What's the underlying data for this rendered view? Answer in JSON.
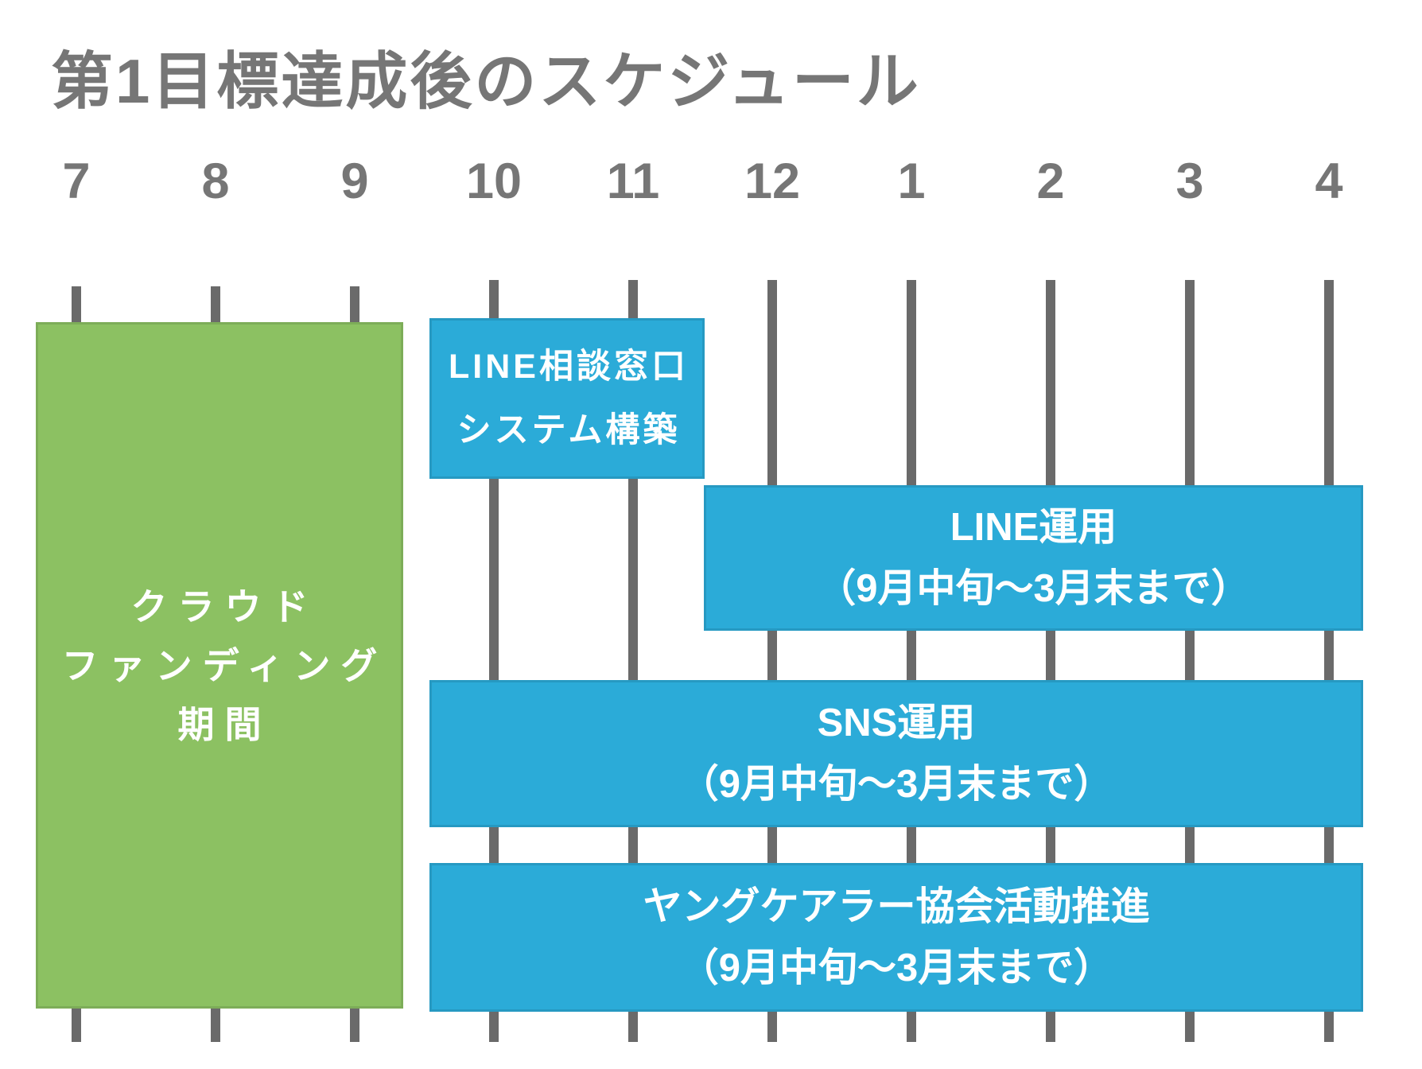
{
  "title": "第1目標達成後のスケジュール",
  "axis": {
    "months": [
      "7",
      "8",
      "9",
      "10",
      "11",
      "12",
      "1",
      "2",
      "3",
      "4"
    ]
  },
  "tasks": {
    "crowdfunding": {
      "line1": "クラウド",
      "line2": "ファンディング",
      "line3": "期間"
    },
    "line_system": {
      "line1": "LINE相談窓口",
      "line2": "システム構築"
    },
    "line_ops": {
      "line1": "LINE運用",
      "line2": "（9月中旬～3月末まで）"
    },
    "sns_ops": {
      "line1": "SNS運用",
      "line2": "（9月中旬～3月末まで）"
    },
    "assoc": {
      "line1": "ヤングケアラー協会活動推進",
      "line2": "（9月中旬～3月末まで）"
    }
  },
  "colors": {
    "green_bar": "#8CC162",
    "blue_bar": "#2BABD8",
    "axis_text": "#767676",
    "gridline": "#6A6A6A",
    "bar_text": "#FFFFFF",
    "background": "#FFFFFF"
  },
  "chart_data": {
    "type": "bar",
    "subtype": "gantt-timeline",
    "title": "第1目標達成後のスケジュール",
    "x_axis": {
      "unit": "month",
      "tick_labels": [
        "7",
        "8",
        "9",
        "10",
        "11",
        "12",
        "1",
        "2",
        "3",
        "4"
      ],
      "note": "axis runs July (7) through April (4), wrapping December to January"
    },
    "y_axis": null,
    "grid": "vertical month ticks; full-height lines for months 10-4, short ticks for 7-9",
    "legend_position": "none",
    "tasks": [
      {
        "label": "クラウドファンディング期間",
        "start_month_position": 6.7,
        "end_month_position": 9.35,
        "start": "7月",
        "end": "9月中旬",
        "color": "#8CC162",
        "text_color": "#FFFFFF"
      },
      {
        "label": "LINE相談窓口システム構築",
        "start_month_position": 9.55,
        "end_month_position": 11.5,
        "start": "9月中旬",
        "end": "11月中旬",
        "color": "#2BABD8",
        "text_color": "#FFFFFF"
      },
      {
        "label": "LINE運用",
        "period_note": "9月中旬～3月末まで",
        "start_month_position": 11.5,
        "end_month_position": 16.25,
        "start": "11月中旬",
        "end": "4月",
        "color": "#2BABD8",
        "text_color": "#FFFFFF"
      },
      {
        "label": "SNS運用",
        "period_note": "9月中旬～3月末まで",
        "start_month_position": 9.55,
        "end_month_position": 16.25,
        "start": "9月中旬",
        "end": "4月",
        "color": "#2BABD8",
        "text_color": "#FFFFFF"
      },
      {
        "label": "ヤングケアラー協会活動推進",
        "period_note": "9月中旬～3月末まで",
        "start_month_position": 9.55,
        "end_month_position": 16.25,
        "start": "9月中旬",
        "end": "4月",
        "color": "#2BABD8",
        "text_color": "#FFFFFF"
      }
    ]
  }
}
